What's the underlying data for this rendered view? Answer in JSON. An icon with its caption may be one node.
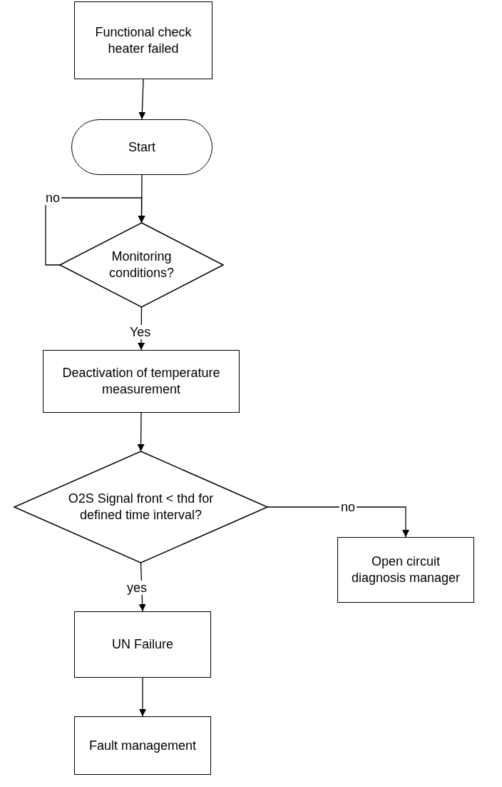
{
  "diagram": {
    "nodes": [
      {
        "text": [
          "Functional check heater failed"
        ]
      },
      {
        "text": [
          "Start"
        ]
      },
      {
        "text": [
          "Monitoring conditions?"
        ]
      },
      {
        "text": [
          "Deactivation of temperature measurement"
        ]
      },
      {
        "text": [
          "O2S Signal front < thd for defined time interval?"
        ]
      },
      {
        "text": [
          "Open circuit diagnosis manager"
        ]
      },
      {
        "text": [
          "UN Failure"
        ]
      },
      {
        "text": [
          "Fault management"
        ]
      }
    ],
    "edges": [
      {
        "from": 0,
        "to": 1,
        "arrow": "to"
      },
      {
        "from": 1,
        "to": 2,
        "arrow": "to"
      },
      {
        "from": 2,
        "to": 2,
        "arrow": "to",
        "label": "no"
      },
      {
        "from": 2,
        "to": 3,
        "arrow": "to",
        "label": "Yes"
      },
      {
        "from": 3,
        "to": 4,
        "arrow": "to"
      },
      {
        "from": 4,
        "to": 5,
        "arrow": "to",
        "label": "no"
      },
      {
        "from": 4,
        "to": 6,
        "arrow": "to",
        "label": "yes"
      },
      {
        "from": 6,
        "to": 7,
        "arrow": "to"
      }
    ]
  }
}
